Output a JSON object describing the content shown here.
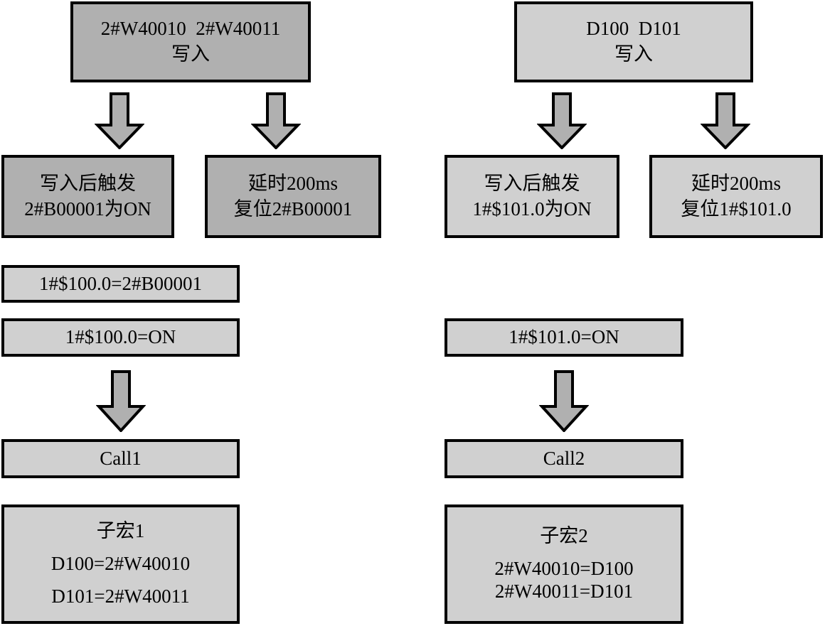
{
  "diagram": {
    "title": "PLC data exchange macro flowchart",
    "colors": {
      "fill_dark": "#b0b0b0",
      "fill_light": "#d0d0d0",
      "stroke": "#000000",
      "arrow_fill": "#b0b0b0",
      "background": "#ffffff"
    },
    "left_column": {
      "source": {
        "line1": "2#W40010  2#W40011",
        "line2": "写入"
      },
      "trigger": {
        "line1": "写入后触发",
        "line2": "2#B00001为ON"
      },
      "delay": {
        "line1": "延时200ms",
        "line2": "复位2#B00001"
      },
      "map": {
        "line1": "1#$100.0=2#B00001"
      },
      "condition": {
        "line1": "1#$100.0=ON"
      },
      "call": {
        "line1": "Call1"
      },
      "macro": {
        "line1": "子宏1",
        "line2": "D100=2#W40010",
        "line3": "D101=2#W40011"
      }
    },
    "right_column": {
      "source": {
        "line1": "D100  D101",
        "line2": "写入"
      },
      "trigger": {
        "line1": "写入后触发",
        "line2": "1#$101.0为ON"
      },
      "delay": {
        "line1": "延时200ms",
        "line2": "复位1#$101.0"
      },
      "condition": {
        "line1": "1#$101.0=ON"
      },
      "call": {
        "line1": "Call2"
      },
      "macro": {
        "line1": "子宏2",
        "line2": "2#W40010=D100",
        "line3": "2#W40011=D101"
      }
    },
    "arrows": {
      "left_source_to_trigger": "down-arrow",
      "left_source_to_delay": "down-arrow",
      "right_source_to_trigger": "down-arrow",
      "right_source_to_delay": "down-arrow",
      "left_condition_to_call": "down-arrow",
      "right_condition_to_call": "down-arrow"
    }
  }
}
